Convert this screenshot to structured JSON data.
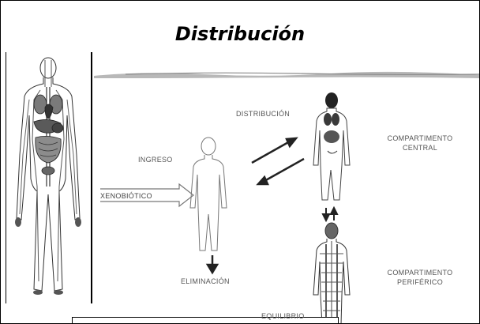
{
  "slide": {
    "title": "Distribución"
  },
  "diagram": {
    "labels": {
      "ingreso": "INGRESO",
      "xenobiotico": "XENOBIÓTICO",
      "distribucion": "DISTRIBUCIÓN",
      "compartimento_central": "COMPARTIMENTO\nCENTRAL",
      "eliminacion": "ELIMINACIÓN",
      "compartimento_periferico": "COMPARTIMENTO\nPERIFÉRICO",
      "equilibrio": "EQUILIBRIO"
    }
  }
}
